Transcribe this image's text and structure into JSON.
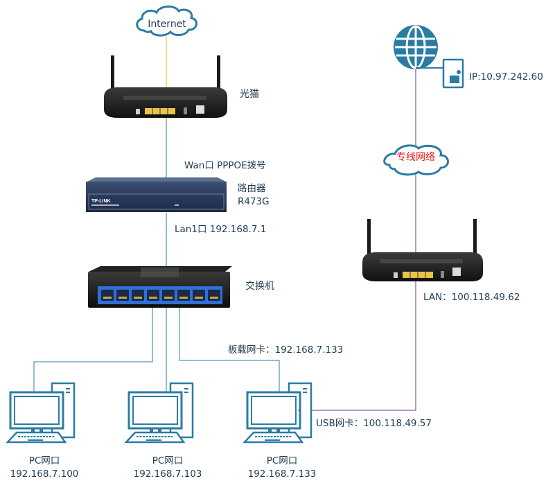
{
  "colors": {
    "line_blue": "#2a7ca3",
    "line_yellow": "#f2b600",
    "line_purple": "#6b2b9a",
    "icon_blue": "#2a7ca3",
    "text": "#1f3b52",
    "cloud_red_text": "#e8141b"
  },
  "nodes": {
    "internet_cloud": {
      "label": "Internet",
      "icon": "cloud-icon"
    },
    "optical_modem": {
      "label": "光猫",
      "icon": "router-icon"
    },
    "wan_port": {
      "label": "Wan口 PPPOE拨号"
    },
    "router": {
      "label_line1": "路由器",
      "label_line2": "R473G",
      "icon": "tp-link-router-icon",
      "brand": "TP-LINK"
    },
    "lan1_port": {
      "label": "Lan1口 192.168.7.1"
    },
    "switch": {
      "label": "交换机",
      "icon": "switch-icon"
    },
    "remote_server": {
      "label": "IP:10.97.242.60",
      "icon": "globe-icon"
    },
    "dedicated_cloud": {
      "label": "专线网络",
      "icon": "cloud-icon"
    },
    "dedicated_modem": {
      "label": "LAN：100.118.49.62",
      "icon": "router-icon"
    },
    "onboard_nic": {
      "label": "板载网卡：192.168.7.133"
    },
    "usb_nic": {
      "label": "USB网卡：100.118.49.57"
    },
    "pcs": [
      {
        "label_line1": "PC网口",
        "label_line2": "192.168.7.100",
        "icon": "desktop-pc-icon"
      },
      {
        "label_line1": "PC网口",
        "label_line2": "192.168.7.103",
        "icon": "desktop-pc-icon"
      },
      {
        "label_line1": "PC网口",
        "label_line2": "192.168.7.133",
        "icon": "desktop-pc-icon"
      }
    ]
  },
  "edges": [
    {
      "from": "internet_cloud",
      "to": "optical_modem",
      "color": "line_yellow"
    },
    {
      "from": "optical_modem",
      "to": "router",
      "color": "line_blue"
    },
    {
      "from": "router",
      "to": "switch",
      "color": "line_blue"
    },
    {
      "from": "switch",
      "to": "pcs.0",
      "color": "line_blue"
    },
    {
      "from": "switch",
      "to": "pcs.1",
      "color": "line_blue"
    },
    {
      "from": "switch",
      "to": "pcs.2",
      "color": "line_blue"
    },
    {
      "from": "remote_server",
      "to": "dedicated_cloud",
      "color": "line_purple"
    },
    {
      "from": "dedicated_cloud",
      "to": "dedicated_modem",
      "color": "line_purple"
    },
    {
      "from": "dedicated_modem",
      "to": "pcs.2",
      "color": "line_purple"
    }
  ]
}
